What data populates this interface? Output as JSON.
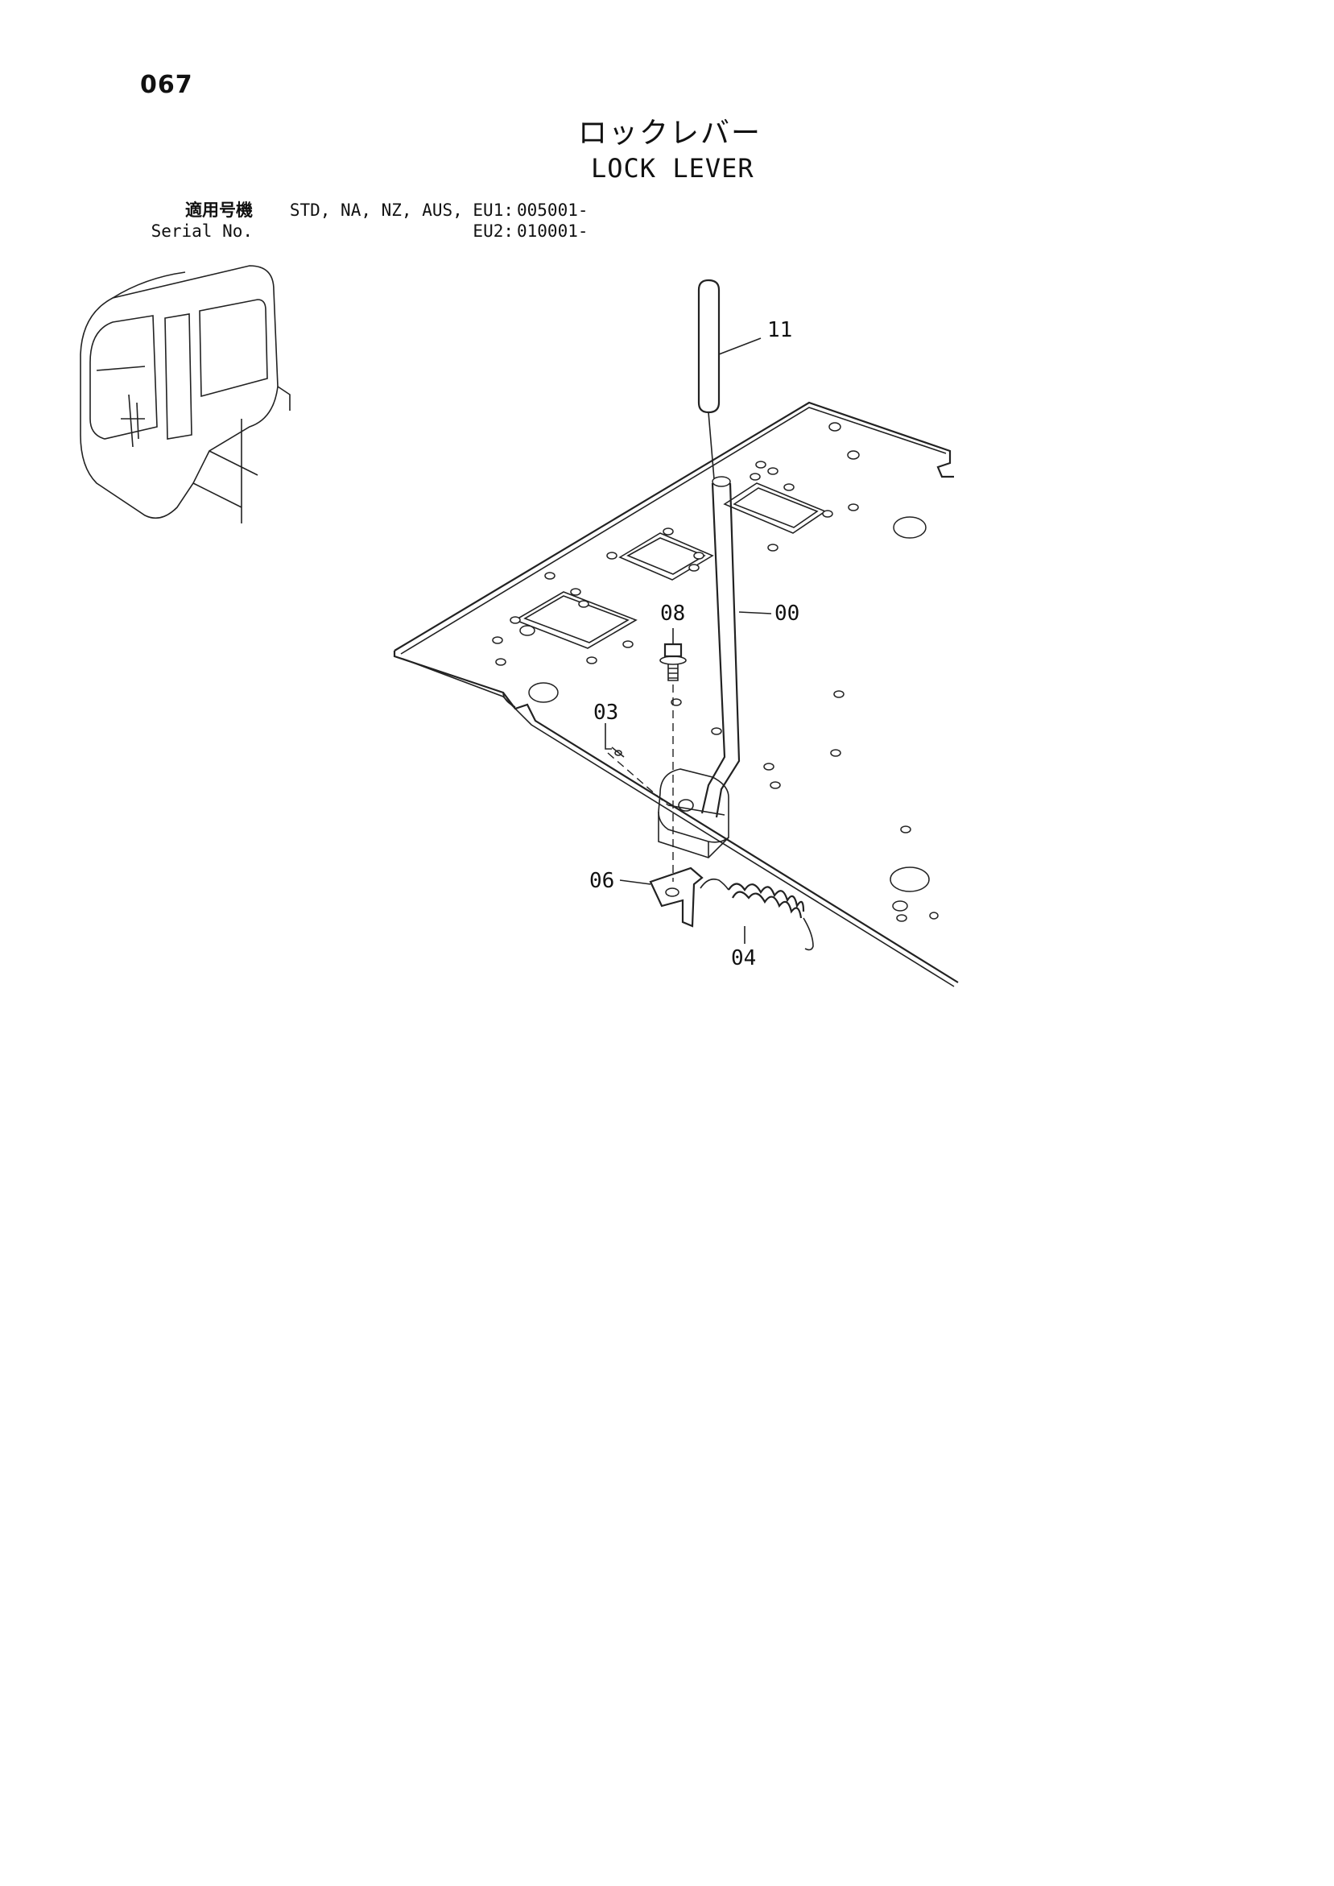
{
  "page_number": "067",
  "title_jp": "ロックレバー",
  "title_en": "LOCK LEVER",
  "serial": {
    "label_jp": "適用号機",
    "label_en": "Serial No.",
    "rows": [
      {
        "models": "STD, NA, NZ, AUS, EU1:",
        "value": "005001-"
      },
      {
        "models": "EU2:",
        "value": "010001-"
      }
    ]
  },
  "callouts": {
    "p11": "11",
    "p00": "00",
    "p08": "08",
    "p03": "03",
    "p06": "06",
    "p04": "04"
  }
}
